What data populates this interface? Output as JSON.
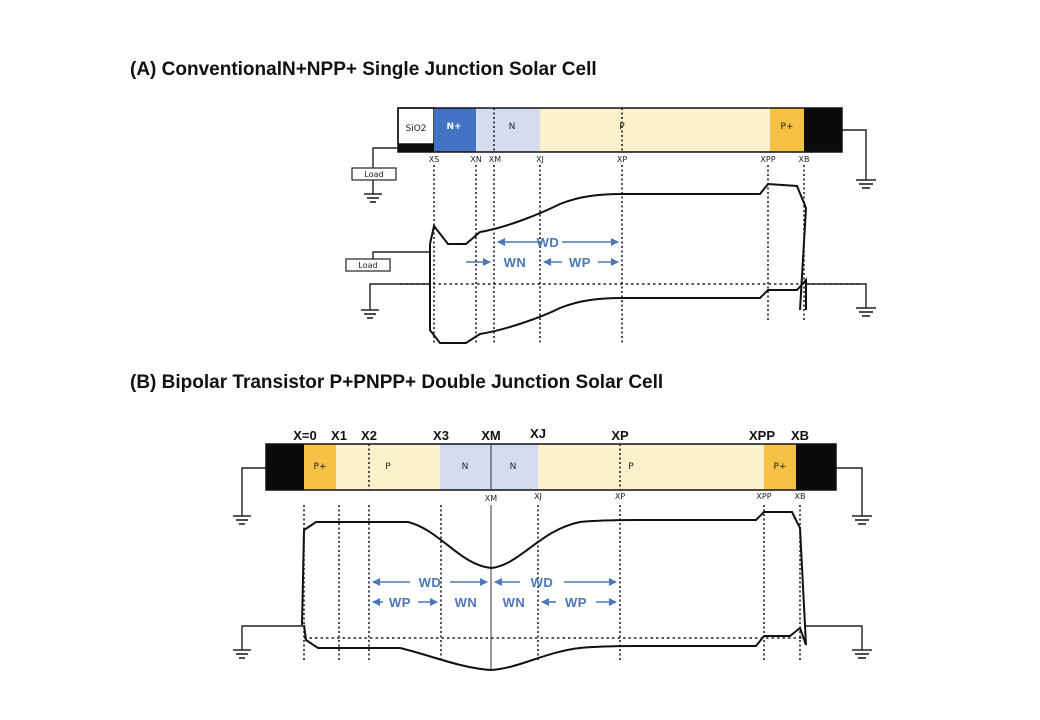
{
  "titles": {
    "a": "(A) ConventionalN+NPP+ Single Junction Solar Cell",
    "b": "(B) Bipolar Transistor P+PNPP+ Double Junction Solar Cell"
  },
  "diagram_a": {
    "segments": {
      "sio2": "SiO2",
      "nplus": "N+",
      "n": "N",
      "p": "P",
      "pplus": "P+"
    },
    "positions": {
      "xs": "XS",
      "xn": "XN",
      "xm": "XM",
      "xj": "XJ",
      "xp": "XP",
      "xpp": "XPP",
      "xb": "XB"
    },
    "load_top": "Load",
    "load_bottom": "Load",
    "widths": {
      "wd": "WD",
      "wn": "WN",
      "wp": "WP"
    }
  },
  "diagram_b": {
    "segments": {
      "pplus_left": "P+",
      "p_left": "P",
      "n1": "N",
      "n2": "N",
      "p_right": "P",
      "pplus_right": "P+"
    },
    "positions_top": {
      "x0": "X=0",
      "x1": "X1",
      "x2": "X2",
      "x3": "X3",
      "xm": "XM",
      "xj": "XJ",
      "xp": "XP",
      "xpp": "XPP",
      "xb": "XB"
    },
    "positions_bottom": {
      "xm": "XM",
      "xj": "XJ",
      "xp": "XP",
      "xpp": "XPP",
      "xb": "XB"
    },
    "widths": {
      "wd_left": "WD",
      "wd_right": "WD",
      "wp_left": "WP",
      "wn_left": "WN",
      "wn_right": "WN",
      "wp_right": "WP"
    }
  },
  "colors": {
    "n_plus": "#4472c4",
    "n_light": "#d6dcef",
    "p_light": "#fdf0cc",
    "p_plus": "#f6c244",
    "contact": "#0a0a0a",
    "arrow": "#4a78b8"
  }
}
